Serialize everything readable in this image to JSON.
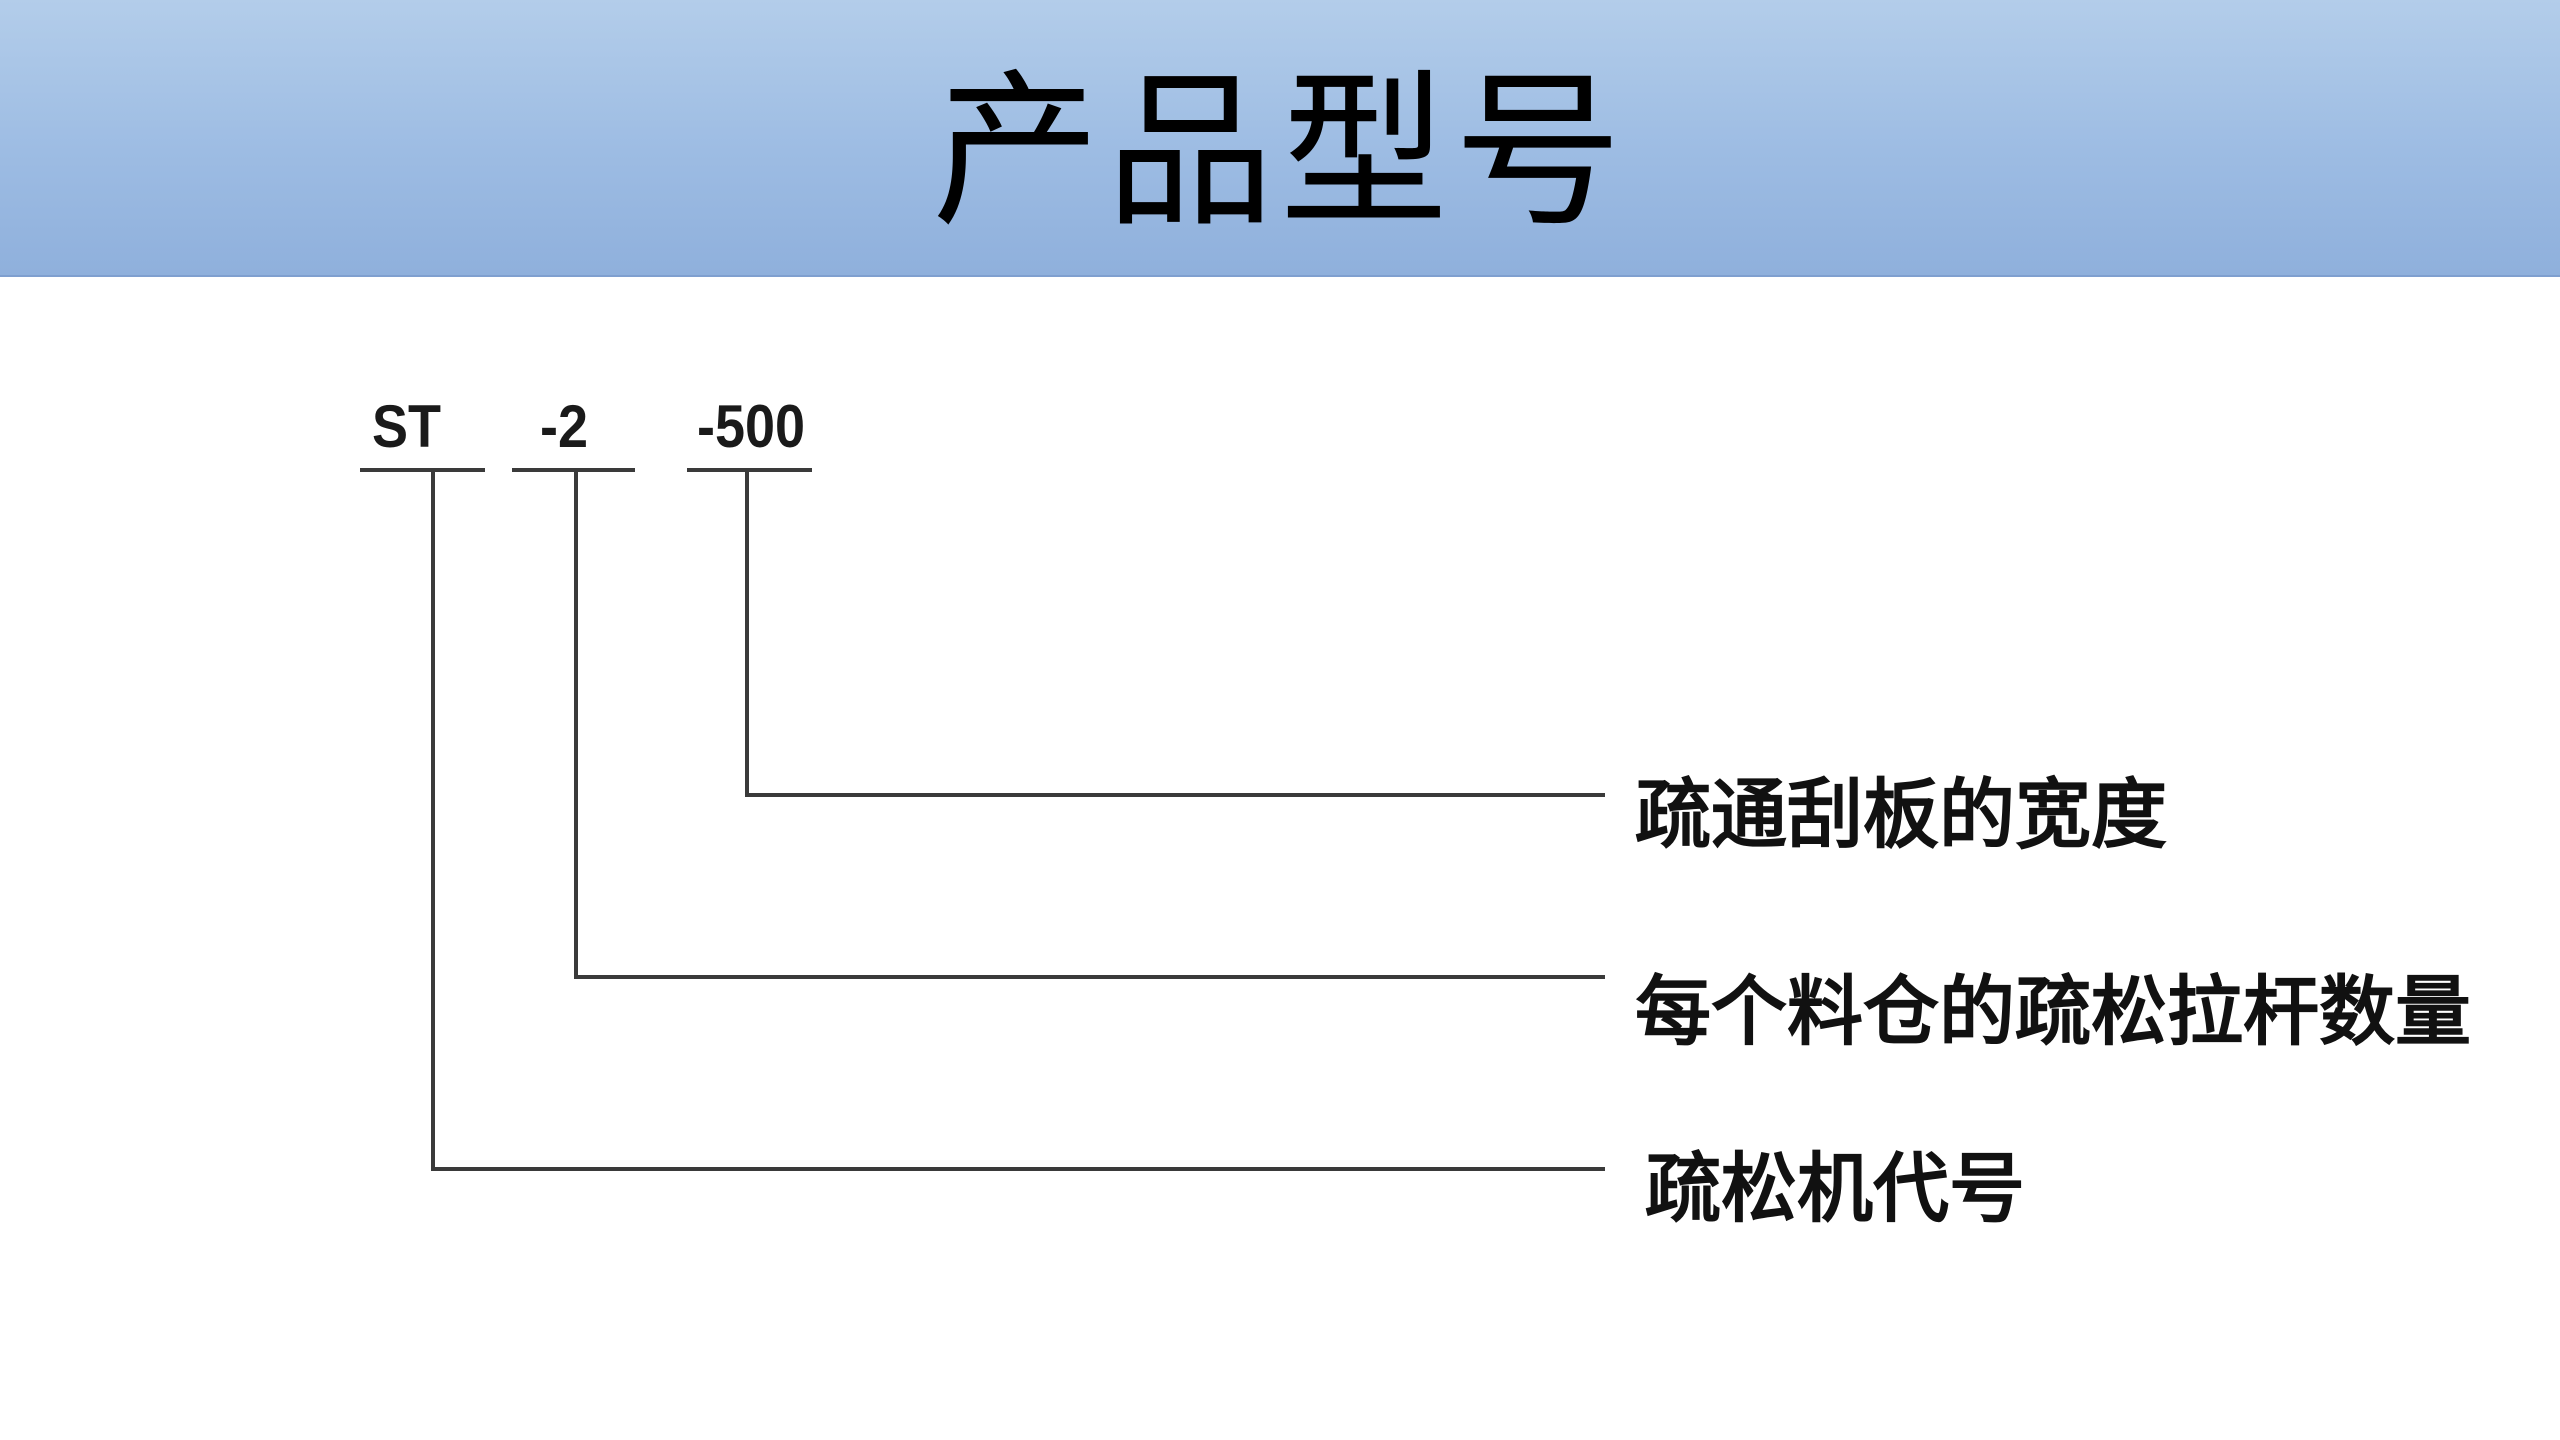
{
  "slide": {
    "title": "产品型号"
  },
  "model_code": {
    "part_series": "ST",
    "part_count": "-2",
    "part_width": "-500"
  },
  "explanations": {
    "width_label": "疏通刮板的宽度",
    "count_label": "每个料仓的疏松拉杆数量",
    "series_label": "疏松机代号"
  },
  "colors": {
    "header_top": "#b3cdea",
    "header_bottom": "#8fb0dc",
    "line": "#3a3a3a"
  }
}
